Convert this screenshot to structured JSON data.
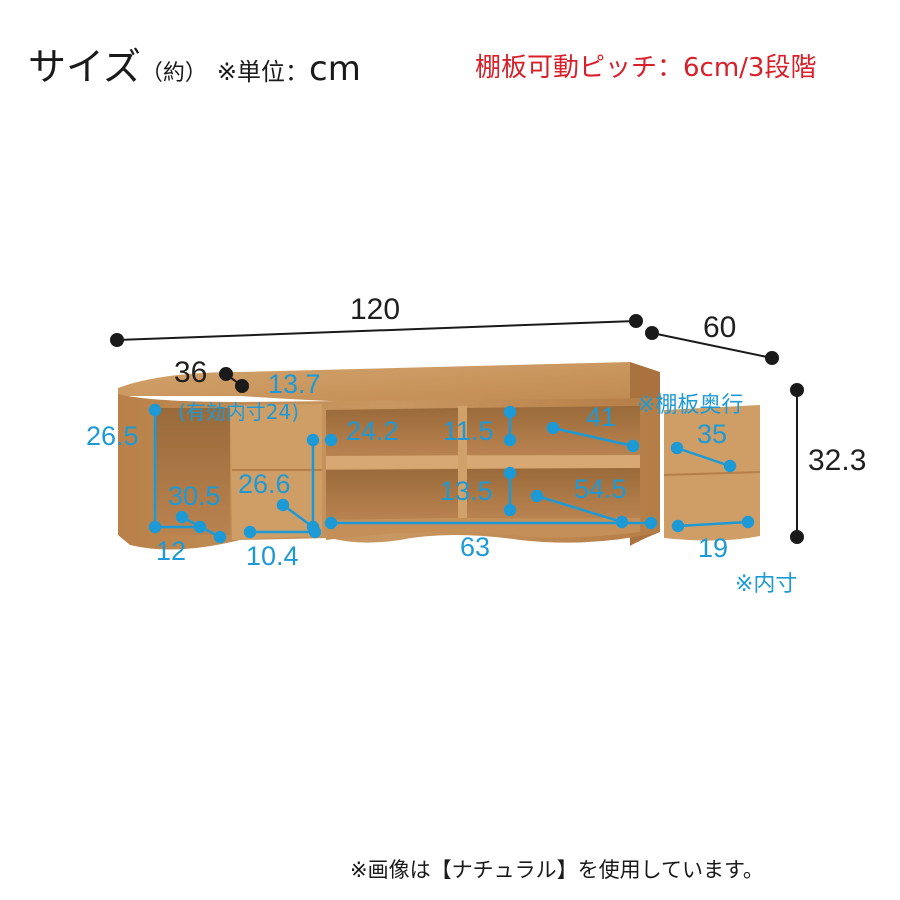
{
  "header": {
    "title": "サイズ",
    "title_paren": "（約）",
    "unit_prefix": "※単位：",
    "unit": "cm",
    "pitch_note": "棚板可動ピッチ：6cm/3段階"
  },
  "dimensions": {
    "width": "120",
    "depth": "60",
    "height": "32.3",
    "left_depth": "36"
  },
  "inner_dimensions": {
    "left_top_width": "13.7",
    "left_top_effective": "(有効内寸24)",
    "left_height": "26.5",
    "left_depth": "30.5",
    "left_width": "12",
    "door_depth": "26.6",
    "door_width": "10.4",
    "upper_height": "24.2",
    "shelf_gap": "11.5",
    "shelf_depth": "41",
    "lower_gap": "13.5",
    "lower_depth": "54.5",
    "bottom_width": "63",
    "right_depth": "35",
    "right_width": "19"
  },
  "notes": {
    "shelf_depth_note": "※棚板奥行",
    "inner_note": "※内寸"
  },
  "footer": {
    "caption": "※画像は【ナチュラル】を使用しています。"
  },
  "colors": {
    "dimension_line": "#1a1a1a",
    "inner_dimension": "#1d9ad6",
    "accent_red": "#d8202a",
    "wood_light": "#c9955e",
    "wood_dark": "#8a5a2e"
  }
}
